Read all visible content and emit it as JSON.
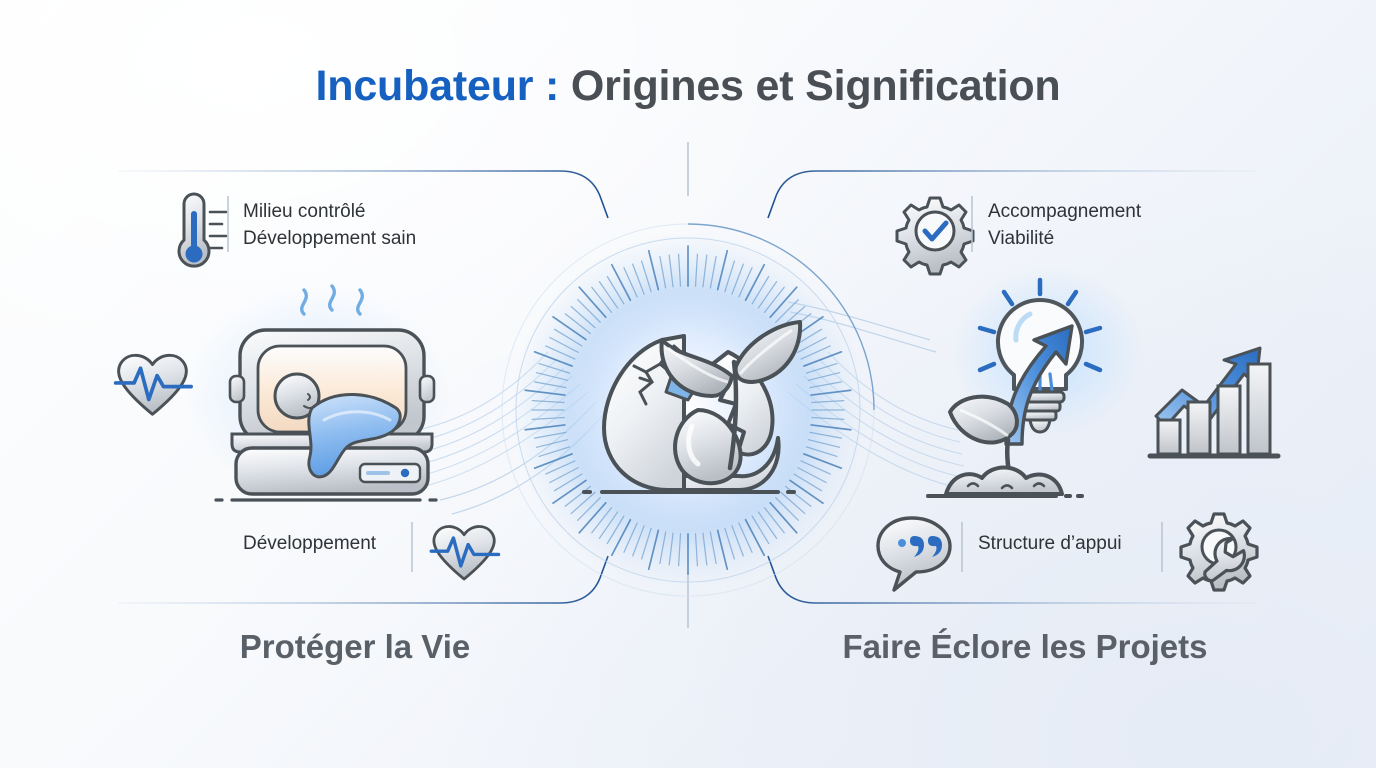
{
  "header": {
    "title_accent": "Incubateur :",
    "title_rest": " Origines et Signification"
  },
  "left_panel": {
    "heading": "Protéger la Vie",
    "note_lines": [
      "Milieu contrôlé",
      "Développement sain"
    ],
    "note_icon": "thermometer-icon",
    "inline_label": "Développement",
    "icons": [
      "heart-pulse-icon",
      "incubator-icon",
      "heart-pulse-icon"
    ]
  },
  "right_panel": {
    "heading": "Faire Éclore les Projets",
    "note_lines": [
      "Accompagnement",
      "Viabilité"
    ],
    "note_icon": "gear-check-icon",
    "inline_label": "Structure d’appui",
    "icons": [
      "lightbulb-arrow-icon",
      "growth-chart-icon",
      "speech-bubble-quote-icon",
      "gear-wrench-icon"
    ]
  },
  "center": {
    "icon": "hatching-egg-sprout-icon",
    "decor": [
      "radial-burst-ring",
      "blue-glow",
      "flow-lines"
    ]
  },
  "colors": {
    "accent_blue": "#1560c0",
    "title_gray": "#4a4f55",
    "heading_gray": "#5a6068",
    "body_text": "#2f3337",
    "line_blue": "#1c4f91",
    "line_light": "#c3d3e6",
    "icon_stroke": "#4a5157",
    "icon_fill_light": "#f2f4f6",
    "icon_fill_mid": "#c9cdd2",
    "bg_start": "#fdfefe",
    "bg_end": "#e9eef7"
  }
}
